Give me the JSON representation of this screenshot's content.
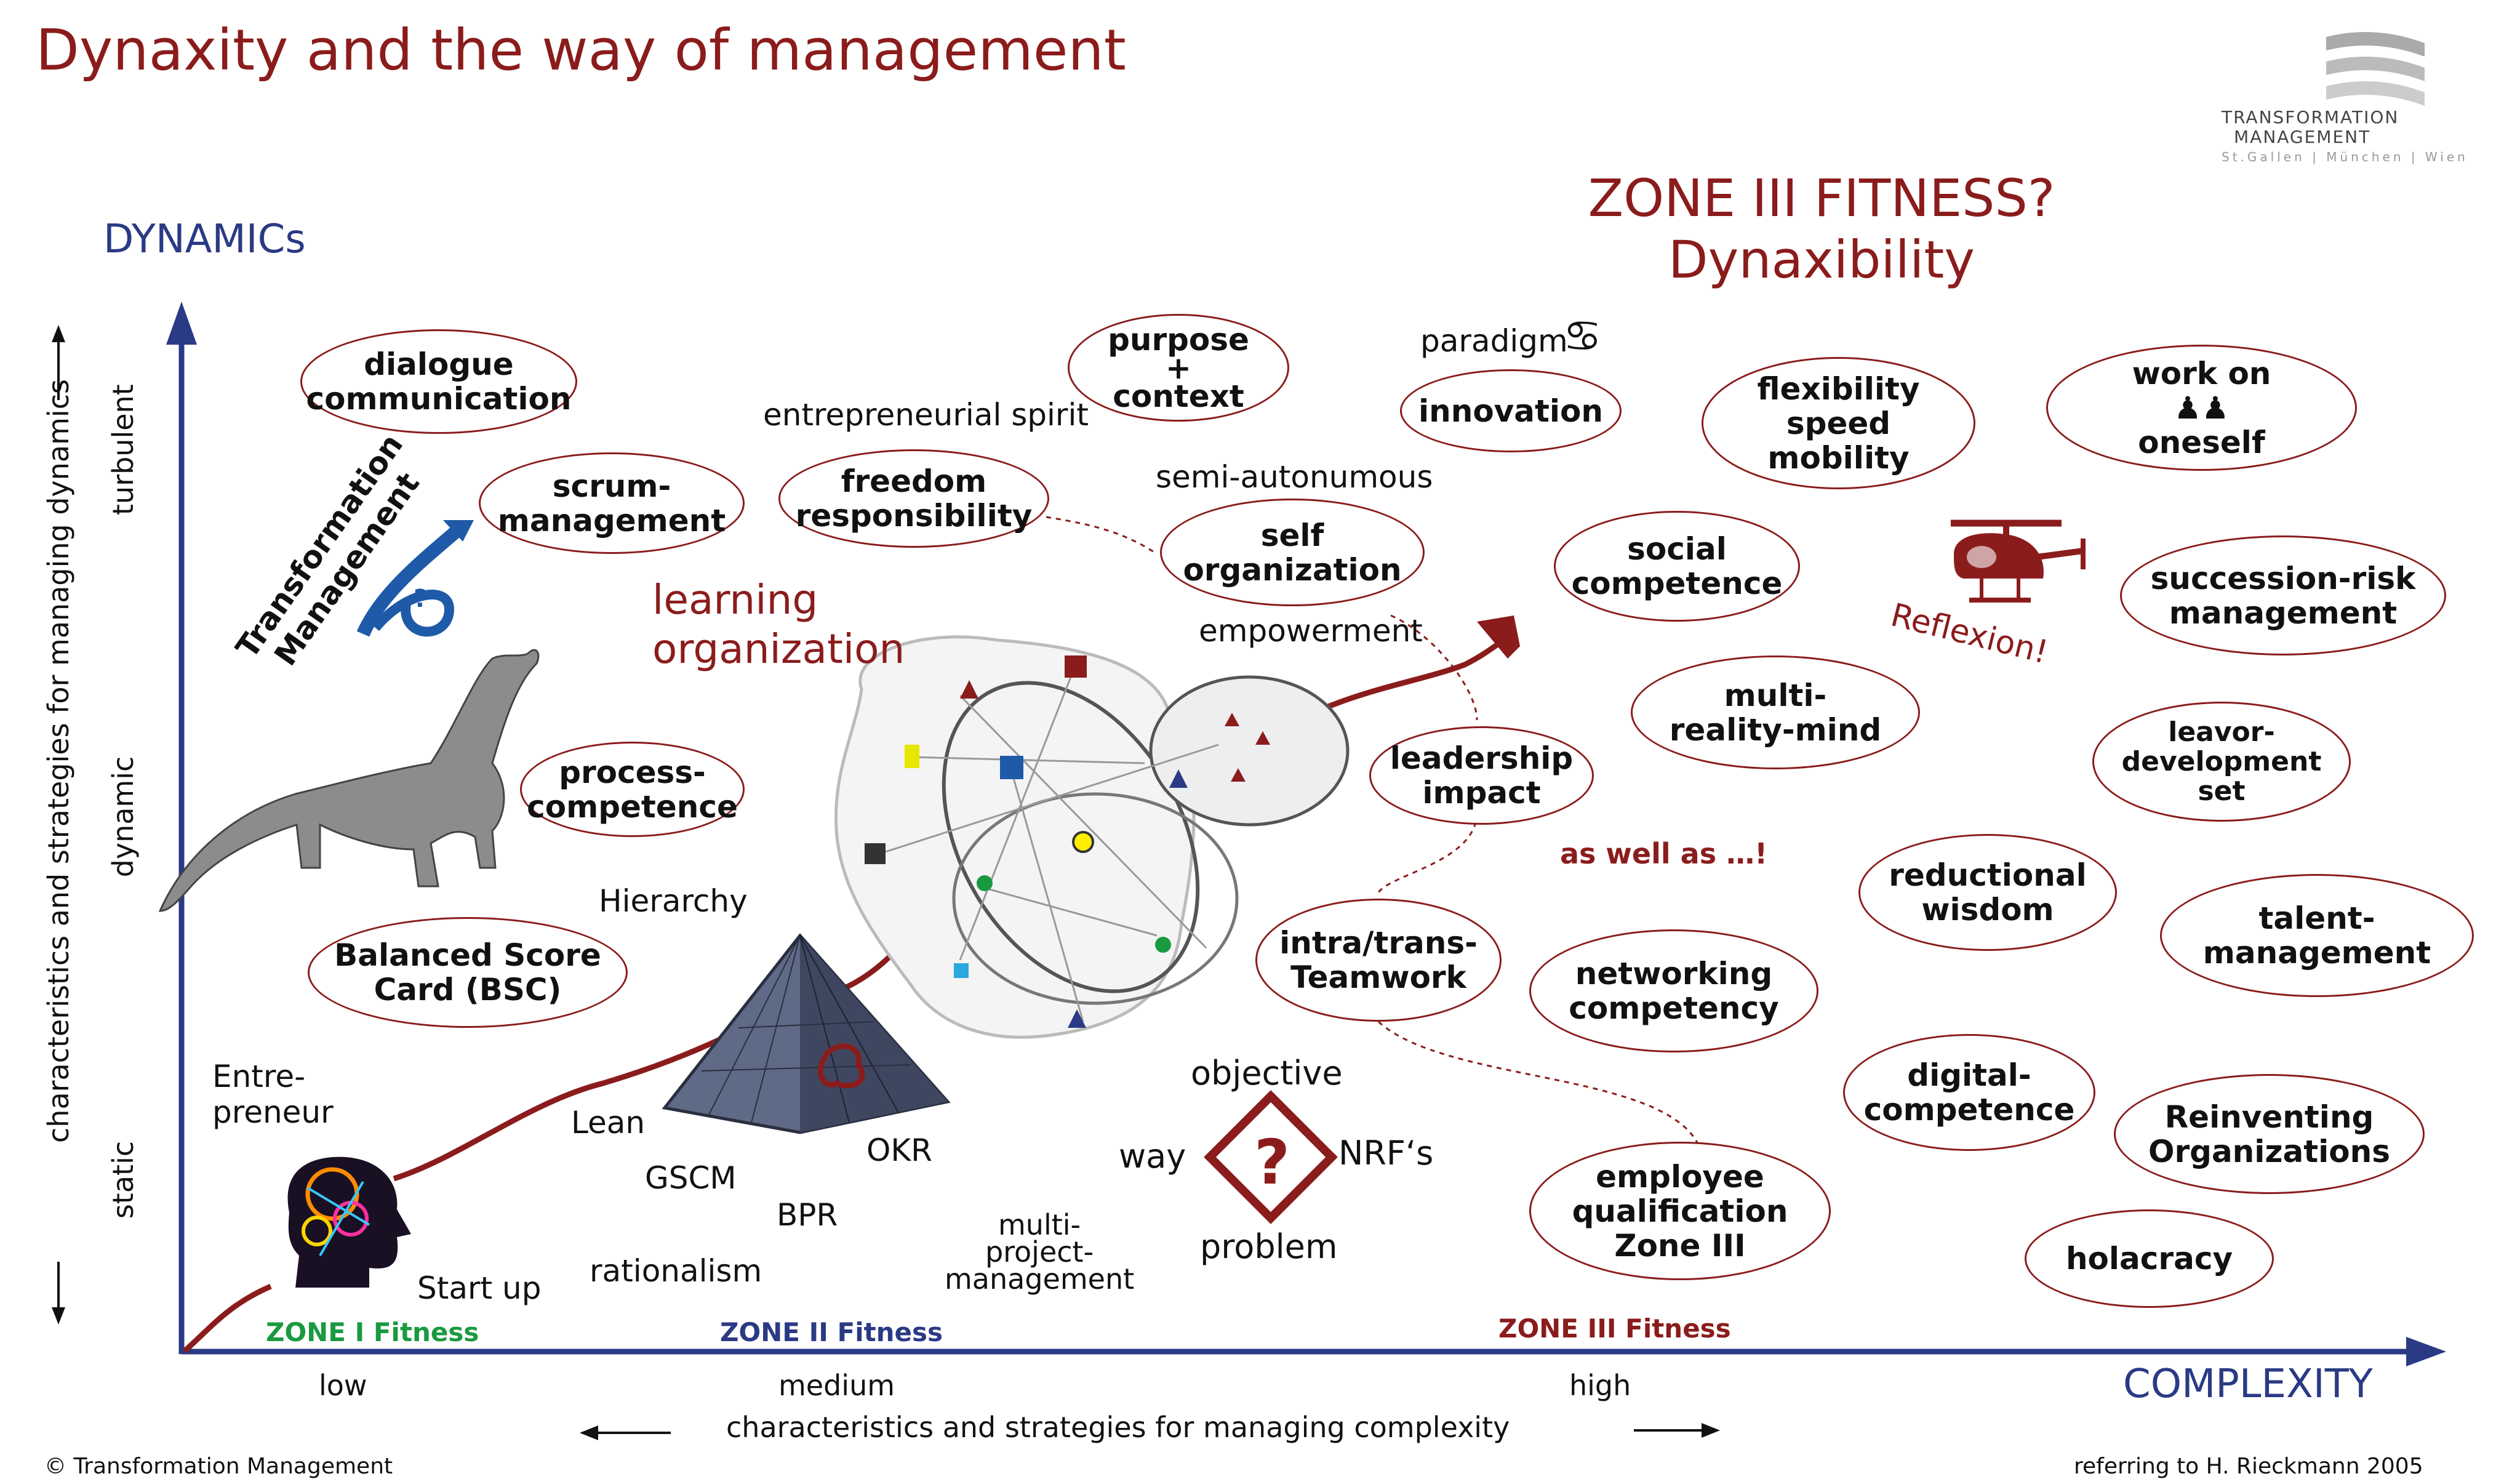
{
  "title": "Dynaxity and the way of management",
  "zone_header": {
    "line1": "ZONE III FITNESS?",
    "line2": "Dynaxibility"
  },
  "logo": {
    "line1": "TRANSFORMATION",
    "line2": "MANAGEMENT",
    "line3": "St.Gallen | München | Wien"
  },
  "axes": {
    "y_title": "DYNAMICs",
    "x_title": "COMPLEXITY",
    "y_caption": "characteristics and strategies for managing dynamics",
    "x_caption": "characteristics and strategies for managing complexity",
    "y_levels": [
      "turbulent",
      "dynamic",
      "static"
    ],
    "x_levels": [
      "low",
      "medium",
      "high"
    ]
  },
  "zones": [
    "ZONE I Fitness",
    "ZONE II Fitness",
    "ZONE III Fitness"
  ],
  "ovals": {
    "dialogue": "dialogue\ncommunication",
    "scrum": "scrum-\nmanagement",
    "freedom": "freedom\nresponsibility",
    "purpose": "purpose\n+\ncontext",
    "innovation": "innovation",
    "flexibility": "flexibility\nspeed\nmobility",
    "work_on": "work on\n♟♟\noneself",
    "self_org": "self\norganization",
    "social": "social\ncompetence",
    "succession": "succession-risk\nmanagement",
    "multi_reality": "multi-\nreality-mind",
    "leadership": "leadership\nimpact",
    "leavor": "leavor-\ndevelopment\nset",
    "process": "process-\ncompetence",
    "bsc": "Balanced Score\nCard (BSC)",
    "reductional": "reductional\nwisdom",
    "talent": "talent-\nmanagement",
    "intra": "intra/trans-\nTeamwork",
    "networking": "networking\ncompetency",
    "digital": "digital-\ncompetence",
    "reinventing": "Reinventing\nOrganizations",
    "employee": "employee\nqualification\nZone III",
    "holacracy": "holacracy"
  },
  "labels": {
    "entrepreneurial": "entrepreneurial spirit",
    "semi_auto": "semi-autonumous",
    "empowerment": "empowerment",
    "paradigm": "paradigm",
    "learning": "learning\norganization",
    "as_well": "as well as …!",
    "hierarchy": "Hierarchy",
    "entrepreneur": "Entre-\npreneur",
    "lean": "Lean",
    "gscm": "GSCM",
    "bpr": "BPR",
    "okr": "OKR",
    "rationalism": "rationalism",
    "start_up": "Start up",
    "multi_project": "multi-\nproject-\nmanagement",
    "objective": "objective",
    "way": "way",
    "nrf": "NRF‘s",
    "problem": "problem",
    "tm": "Transformation\nManagement",
    "reflexion": "Reflexion!",
    "question_mark": "?",
    "small_question": "?",
    "paradigm_glyph": "♋"
  },
  "footer": {
    "left": "© Transformation Management",
    "right": "referring to H. Rieckmann 2005"
  }
}
